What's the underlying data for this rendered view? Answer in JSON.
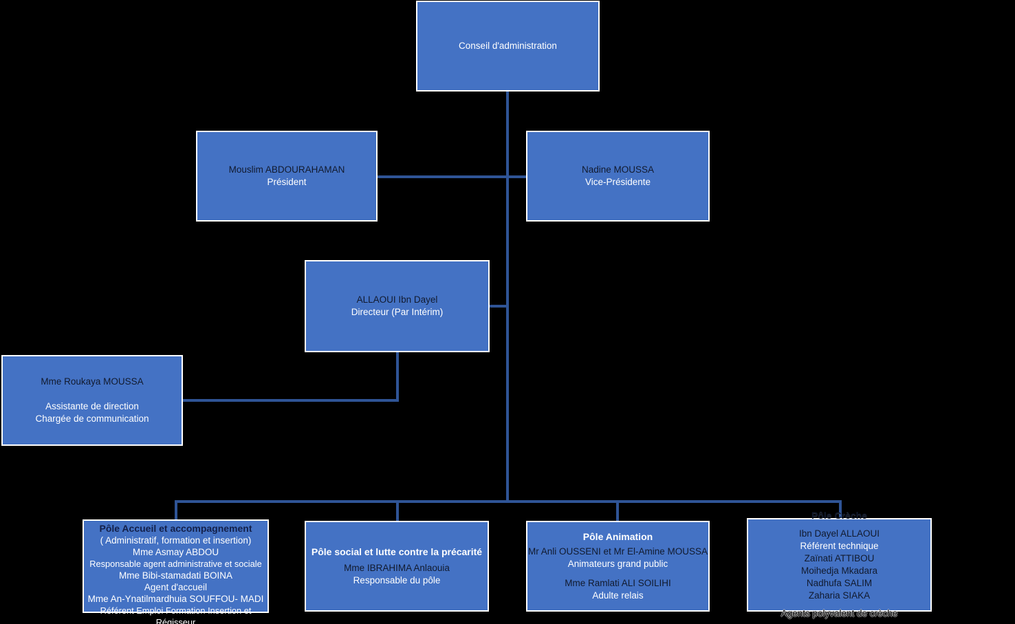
{
  "palette": {
    "background": "#000000",
    "box_fill": "#4472C4",
    "box_border": "#FFFFFF",
    "connector_line": "#2F5496",
    "name_text": "#111A2E",
    "role_text": "#FFFFFF"
  },
  "org": {
    "conseil": {
      "title": "Conseil d'administration"
    },
    "president": {
      "name": "Mouslim ABDOURAHAMAN",
      "role": "Président"
    },
    "vice_presidente": {
      "name": "Nadine MOUSSA",
      "role": "Vice-Présidente"
    },
    "directeur": {
      "name": "ALLAOUI Ibn Dayel",
      "role": "Directeur (Par Intérim)"
    },
    "assistante": {
      "name": "Mme Roukaya MOUSSA",
      "role1": "Assistante de direction",
      "role2": "Chargée de communication"
    },
    "pole_accueil": {
      "title": "Pôle Accueil et accompagnement",
      "subtitle": "( Administratif, formation et insertion)",
      "name1": "Mme Asmay ABDOU",
      "role1": "Responsable agent administrative et sociale",
      "name2": "Mme Bibi-stamadati BOINA",
      "role2": "Agent d'accueil",
      "name3": "Mme An-Ynatilmardhuia SOUFFOU- MADI",
      "role3": "Référent Emploi Formation Insertion et Régisseur"
    },
    "pole_social": {
      "title": "Pôle social et lutte contre la précarité",
      "name": "Mme IBRAHIMA Anlaouia",
      "role": "Responsable du pôle"
    },
    "pole_animation": {
      "title": "Pôle Animation",
      "name1": "Mr Anli OUSSENI et Mr El-Amine MOUSSA",
      "role1": "Animateurs grand public",
      "name2": "Mme Ramlati ALI SOILIHI",
      "role2": "Adulte relais"
    },
    "pole_creche": {
      "title": "Pôle Crèche",
      "referent_name": "Ibn Dayel ALLAOUI",
      "referent_role": "Référent technique",
      "agents": [
        "Zaïnati ATTIBOU",
        "Moihedja Mkadara",
        "Nadhufa SALIM",
        "Zaharia SIAKA"
      ],
      "agents_role": "Agents polyvalent de crèche"
    }
  }
}
